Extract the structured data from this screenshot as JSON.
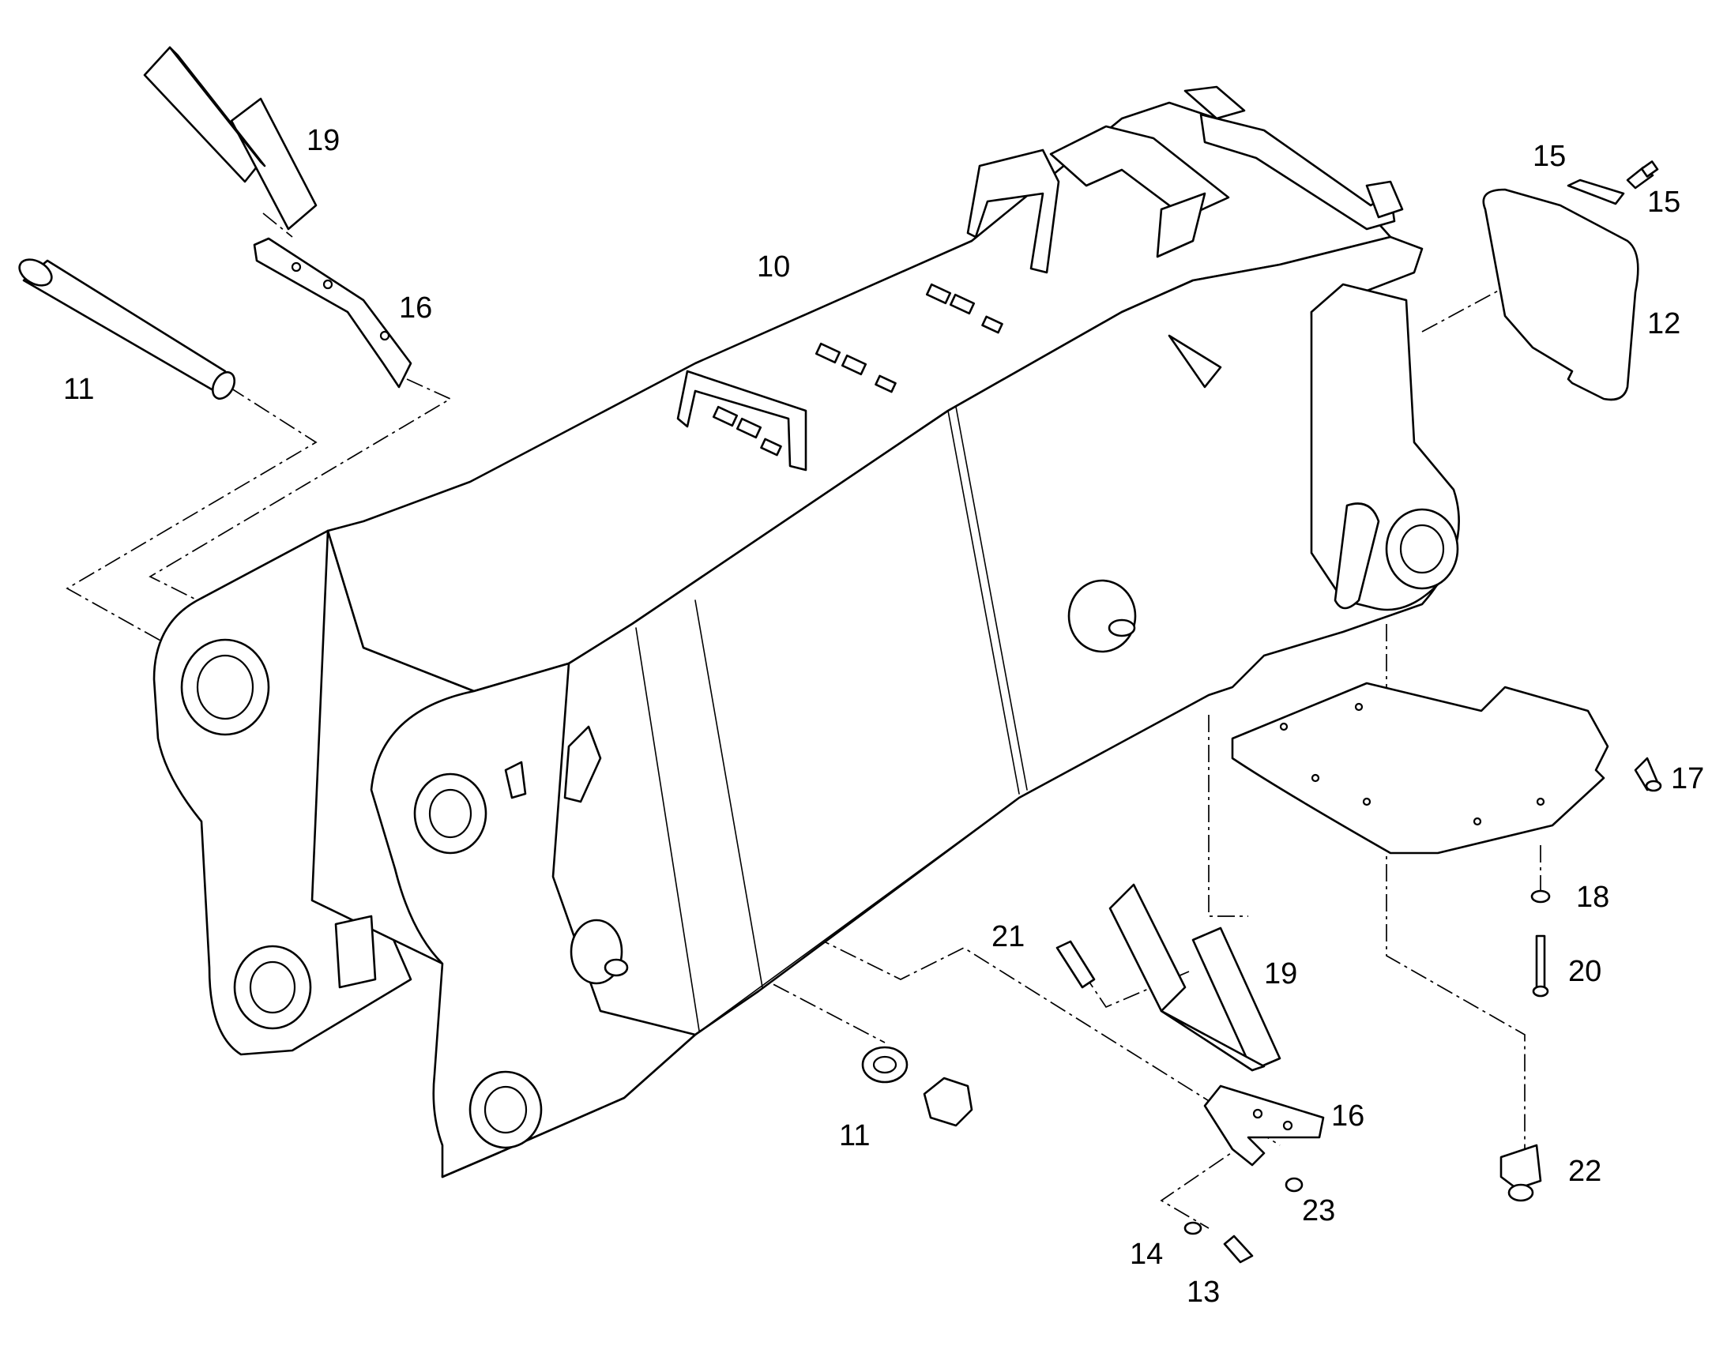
{
  "diagram": {
    "labels": [
      {
        "id": "c10",
        "text": "10"
      },
      {
        "id": "c11a",
        "text": "11"
      },
      {
        "id": "c11b",
        "text": "11"
      },
      {
        "id": "c12",
        "text": "12"
      },
      {
        "id": "c13",
        "text": "13"
      },
      {
        "id": "c14",
        "text": "14"
      },
      {
        "id": "c15a",
        "text": "15"
      },
      {
        "id": "c15b",
        "text": "15"
      },
      {
        "id": "c16a",
        "text": "16"
      },
      {
        "id": "c16b",
        "text": "16"
      },
      {
        "id": "c17",
        "text": "17"
      },
      {
        "id": "c18",
        "text": "18"
      },
      {
        "id": "c19a",
        "text": "19"
      },
      {
        "id": "c19b",
        "text": "19"
      },
      {
        "id": "c20",
        "text": "20"
      },
      {
        "id": "c21",
        "text": "21"
      },
      {
        "id": "c22",
        "text": "22"
      },
      {
        "id": "c23",
        "text": "23"
      }
    ],
    "colors": {
      "line": "#000000",
      "background": "#ffffff"
    }
  }
}
